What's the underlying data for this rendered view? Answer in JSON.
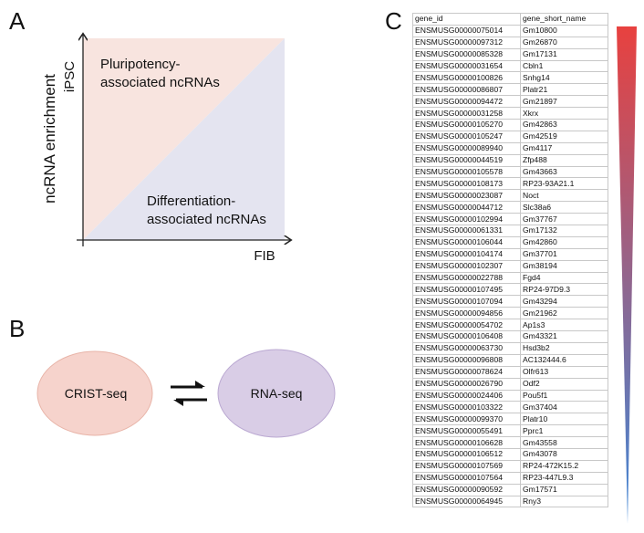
{
  "panels": {
    "a": {
      "letter": "A",
      "y_axis_label": "ncRNA enrichment",
      "y_end_label": "iPSC",
      "x_end_label": "FIB",
      "upper_region": [
        "Pluripotency-",
        "associated ncRNAs"
      ],
      "lower_region": [
        "Differentiation-",
        "associated ncRNAs"
      ],
      "colors": {
        "upper_fill": "#f8e4df",
        "lower_fill": "#e4e4f0"
      }
    },
    "b": {
      "letter": "B",
      "left_node": "CRIST-seq",
      "right_node": "RNA-seq",
      "colors": {
        "left_fill": "#f6d3cc",
        "left_stroke": "#e8b4a8",
        "right_fill": "#d9cde6",
        "right_stroke": "#bba9d2"
      }
    },
    "c": {
      "letter": "C",
      "headers": [
        "gene_id",
        "gene_short_name"
      ],
      "rows": [
        [
          "ENSMUSG00000075014",
          "Gm10800"
        ],
        [
          "ENSMUSG00000097312",
          "Gm26870"
        ],
        [
          "ENSMUSG00000085328",
          "Gm17131"
        ],
        [
          "ENSMUSG00000031654",
          "Cbln1"
        ],
        [
          "ENSMUSG00000100826",
          "Snhg14"
        ],
        [
          "ENSMUSG00000086807",
          "Platr21"
        ],
        [
          "ENSMUSG00000094472",
          "Gm21897"
        ],
        [
          "ENSMUSG00000031258",
          "Xkrx"
        ],
        [
          "ENSMUSG00000105270",
          "Gm42863"
        ],
        [
          "ENSMUSG00000105247",
          "Gm42519"
        ],
        [
          "ENSMUSG00000089940",
          "Gm4117"
        ],
        [
          "ENSMUSG00000044519",
          "Zfp488"
        ],
        [
          "ENSMUSG00000105578",
          "Gm43663"
        ],
        [
          "ENSMUSG00000108173",
          "RP23-93A21.1"
        ],
        [
          "ENSMUSG00000023087",
          "Noct"
        ],
        [
          "ENSMUSG00000044712",
          "Slc38a6"
        ],
        [
          "ENSMUSG00000102994",
          "Gm37767"
        ],
        [
          "ENSMUSG00000061331",
          "Gm17132"
        ],
        [
          "ENSMUSG00000106044",
          "Gm42860"
        ],
        [
          "ENSMUSG00000104174",
          "Gm37701"
        ],
        [
          "ENSMUSG00000102307",
          "Gm38194"
        ],
        [
          "ENSMUSG00000022788",
          "Fgd4"
        ],
        [
          "ENSMUSG00000107495",
          "RP24-97D9.3"
        ],
        [
          "ENSMUSG00000107094",
          "Gm43294"
        ],
        [
          "ENSMUSG00000094856",
          "Gm21962"
        ],
        [
          "ENSMUSG00000054702",
          "Ap1s3"
        ],
        [
          "ENSMUSG00000106408",
          "Gm43321"
        ],
        [
          "ENSMUSG00000063730",
          "Hsd3b2"
        ],
        [
          "ENSMUSG00000096808",
          "AC132444.6"
        ],
        [
          "ENSMUSG00000078624",
          "Olfr613"
        ],
        [
          "ENSMUSG00000026790",
          "Odf2"
        ],
        [
          "ENSMUSG00000024406",
          "Pou5f1"
        ],
        [
          "ENSMUSG00000103322",
          "Gm37404"
        ],
        [
          "ENSMUSG00000099370",
          "Platr10"
        ],
        [
          "ENSMUSG00000055491",
          "Pprc1"
        ],
        [
          "ENSMUSG00000106628",
          "Gm43558"
        ],
        [
          "ENSMUSG00000106512",
          "Gm43078"
        ],
        [
          "ENSMUSG00000107569",
          "RP24-472K15.2"
        ],
        [
          "ENSMUSG00000107564",
          "RP23-447L9.3"
        ],
        [
          "ENSMUSG00000090592",
          "Gm17571"
        ],
        [
          "ENSMUSG00000064945",
          "Rny3"
        ]
      ],
      "gradient": {
        "top_color": "#e8413f",
        "bottom_color": "#3f88d8"
      }
    }
  }
}
